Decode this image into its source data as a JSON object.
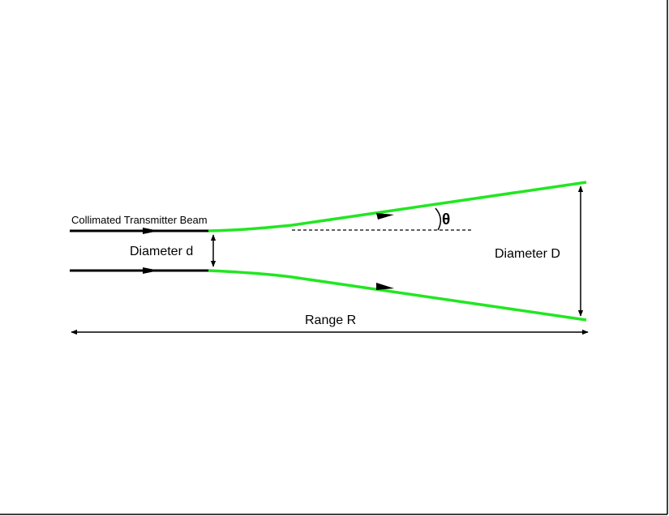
{
  "diagram": {
    "labels": {
      "beam_label": "Collimated Transmitter Beam",
      "diameter_small": "Diameter d",
      "diameter_large": "Diameter D",
      "range": "Range R",
      "angle": "θ"
    },
    "colors": {
      "beam": "#22e622",
      "lines": "#000000",
      "background": "#ffffff"
    }
  }
}
